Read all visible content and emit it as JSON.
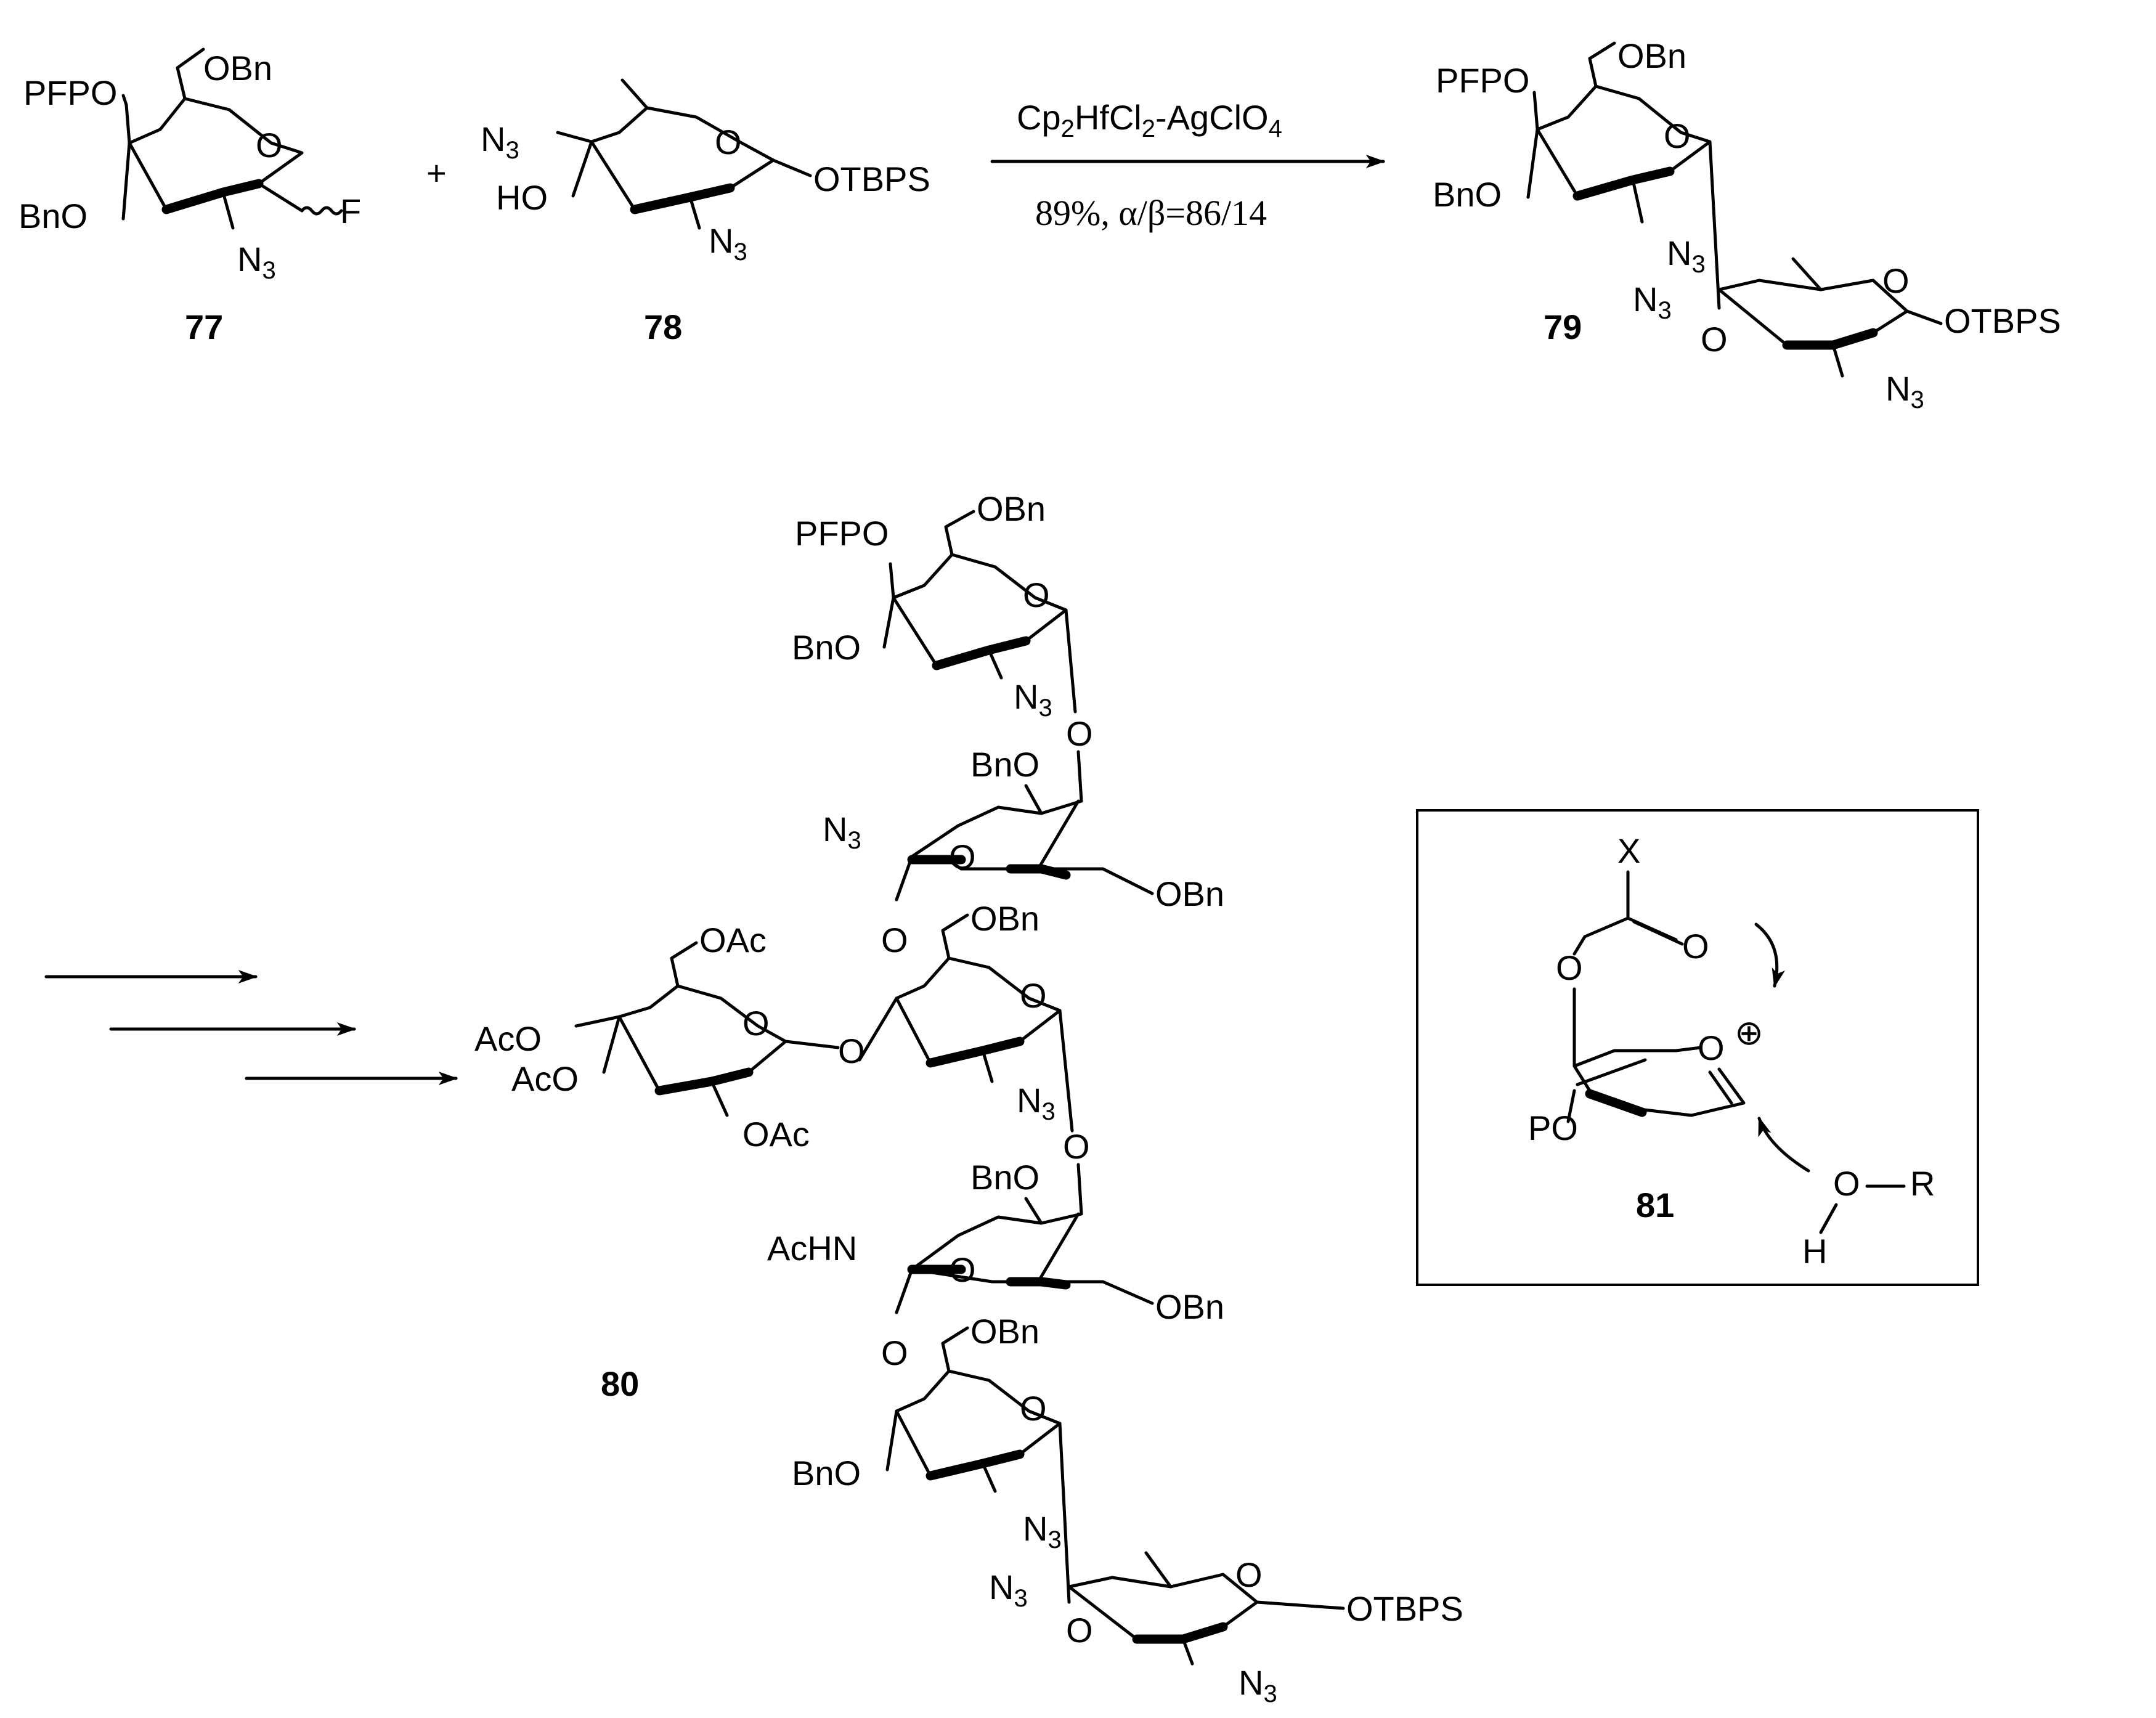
{
  "reaction": {
    "reagent": "Cp2HfCl2-AgClO4",
    "conditions": "89%,  α/β=86/14",
    "plus": "+"
  },
  "compounds": {
    "c77": "77",
    "c78": "78",
    "c79": "79",
    "c80": "80",
    "c81": "81"
  },
  "labels": {
    "pfpo": "PFPO",
    "obn": "OBn",
    "bno": "BnO",
    "o": "O",
    "f": "F",
    "n3": "N3",
    "ho": "HO",
    "otbps": "OTBPS",
    "oac": "OAc",
    "aco": "AcO",
    "achn": "AcHN",
    "x": "X",
    "po": "PO",
    "h": "H",
    "r": "R"
  }
}
